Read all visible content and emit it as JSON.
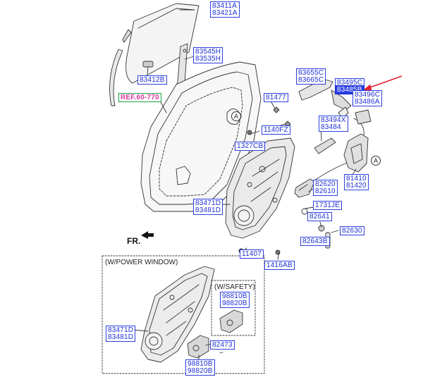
{
  "labels": {
    "p83411": "83411A\n83421A",
    "p83545": "83545H\n83535H",
    "p83412": "83412B",
    "p81477": "81477",
    "p83655": "83655C\n83665C",
    "p83495": "83495C",
    "p83485": "83485B",
    "p83496": "83496C\n83486A",
    "p1140": "1140FZ",
    "p83494": "83494X\n83484",
    "p1327": "1327CB",
    "p81410": "81410\n81420",
    "p82620": "82620\n82610",
    "p83471a": "83471D\n83481D",
    "p1731": "1731JE",
    "p82641": "82641",
    "p82630": "82630",
    "p82643": "82643B",
    "p11407": "11407",
    "p1416": "1416AB",
    "p98810a": "98810B\n98820B",
    "p83471b": "83471D\n83481D",
    "p82473": "82473",
    "p98810b": "98810B\n98820B",
    "ref": "REF.60-770"
  },
  "texts": {
    "power_window": "(W/POWER WINDOW)",
    "safety": "(W/SAFETY)",
    "fr": "FR.",
    "circle_a": "A"
  },
  "colors": {
    "label_border": "#2b3fe0",
    "label_text": "#1c2fd6",
    "highlight_fill": "#2a3fe6",
    "ref_text": "#d6379b",
    "ref_border": "#19a34a",
    "arrow": "#e8202a"
  }
}
